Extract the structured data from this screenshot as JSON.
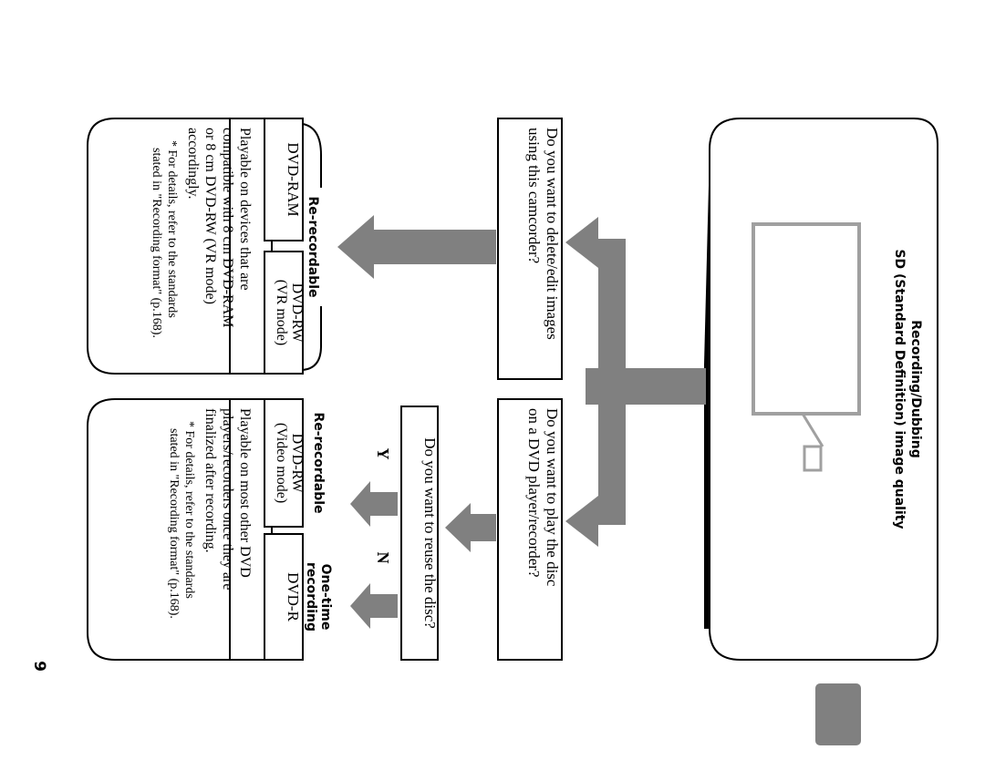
{
  "header": {
    "title_line1": "Recording/Dubbing",
    "title_line2": "SD (Standard Definition) image quality"
  },
  "questions": {
    "edit": [
      "Do you want to delete/edit images",
      "using this camcorder?"
    ],
    "play": [
      "Do you want to play the disc",
      "on a DVD player/recorder?"
    ],
    "reuse": "Do you want to reuse the disc?"
  },
  "answers": {
    "yes": "Y",
    "no": "N"
  },
  "rerecordable_group": {
    "label": "Re-recordable",
    "disc_a": "DVD-RAM",
    "disc_b_line1": "DVD-RW",
    "disc_b_line2": "(VR mode)",
    "desc": [
      "Playable on devices that are",
      "compatible with 8 cm DVD-RAM",
      "or 8 cm DVD-RW (VR mode)",
      "accordingly."
    ],
    "note": [
      "* For details, refer to the standards",
      "stated in \"Recording format\" (p.168)."
    ]
  },
  "play_group": {
    "rerecordable_label": "Re-recordable",
    "onetime_label_line1": "One-time",
    "onetime_label_line2": "recording",
    "disc_a_line1": "DVD-RW",
    "disc_a_line2": "(Video mode)",
    "disc_b": "DVD-R",
    "desc": [
      "Playable on most other DVD",
      "players/recorders once they are",
      "finalized after recording."
    ],
    "note": [
      "* For details, refer to the standards",
      "stated in \"Recording format\" (p.168)."
    ]
  },
  "page_number": "9",
  "colors": {
    "arrow": "#808080",
    "line": "#000000",
    "tv": "#a0a0a0"
  }
}
